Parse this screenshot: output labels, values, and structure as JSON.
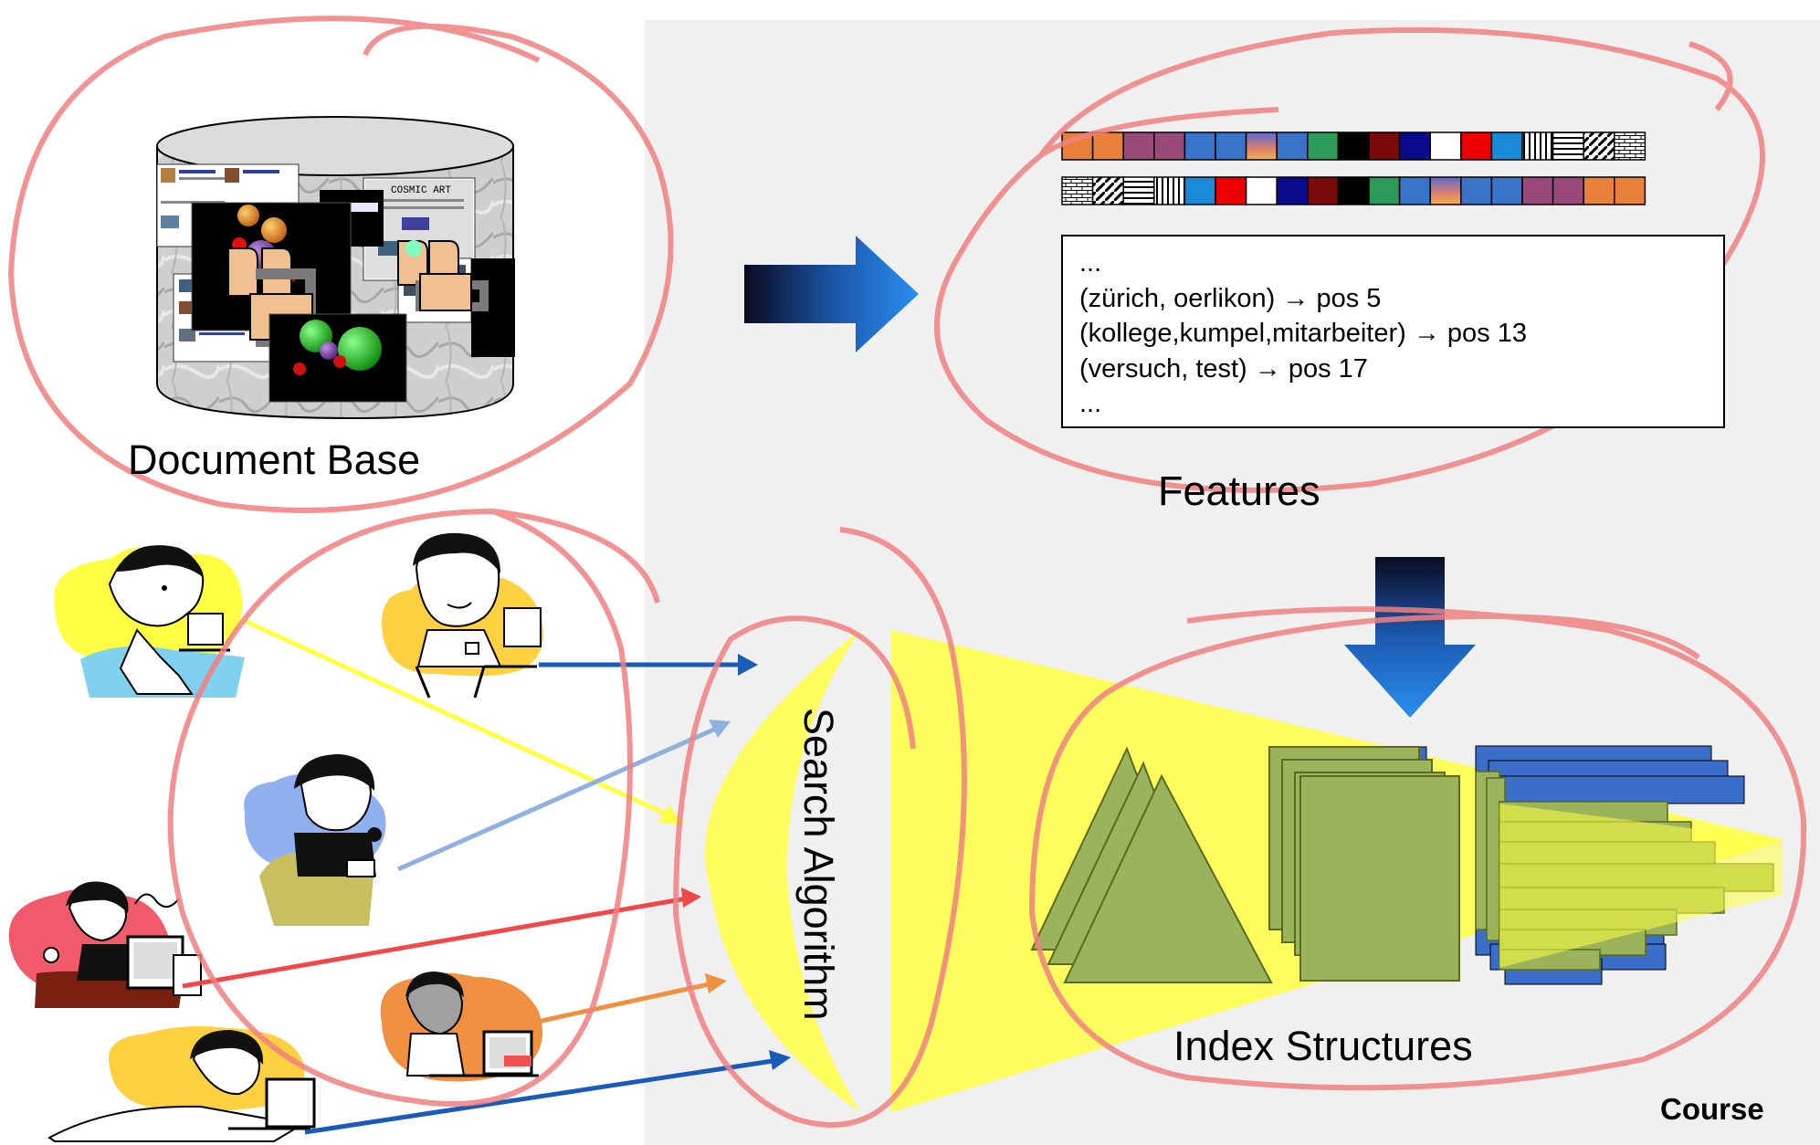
{
  "labels": {
    "document_base": "Document Base",
    "features": "Features",
    "index_structures": "Index Structures",
    "search_algorithm": "Search Algorithm",
    "course": "Course"
  },
  "feature_list": {
    "lines": [
      "...",
      "(zürich, oerlikon) → pos 5",
      "(kollege,kumpel,mitarbeiter) → pos 13",
      "(versuch, test) → pos 17",
      "..."
    ]
  },
  "feature_colors": [
    "#e8803a",
    "#e8803a",
    "#9a4a78",
    "#9a4a78",
    "#3a74c8",
    "#3a74c8",
    "#7a6ab8",
    "#3a74c8",
    "#2e9a5a",
    "#000000",
    "#7a0a0a",
    "#0a0a8a",
    "#ffffff",
    "#ee0000",
    "#1a8ad8"
  ],
  "thumbnails": {
    "main_title": "COSMIC ART"
  },
  "colors": {
    "panel_bg": "#f0f0f0",
    "annotation_red": "#f08080",
    "yellow": "#ffff44",
    "olive": "#9bb35a",
    "blue_index": "#3a6ec8"
  }
}
